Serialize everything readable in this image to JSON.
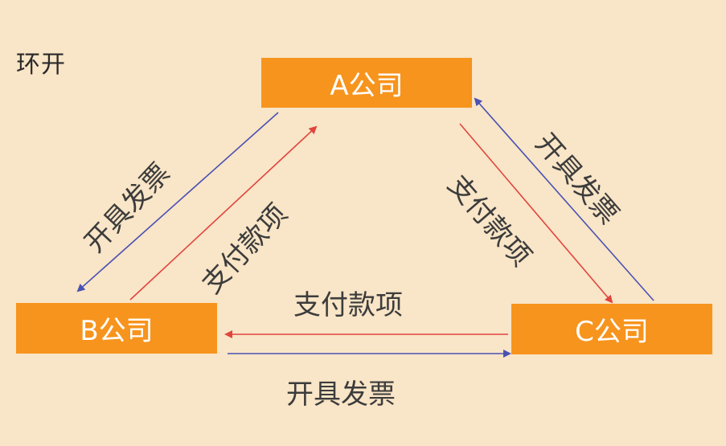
{
  "title": "环开",
  "nodes": {
    "a": "A公司",
    "b": "B公司",
    "c": "C公司"
  },
  "edges": {
    "a_to_b": "开具发票",
    "b_to_a": "支付款项",
    "a_to_c": "支付款项",
    "c_to_a": "开具发票",
    "c_to_b": "支付款项",
    "b_to_c": "开具发票"
  },
  "colors": {
    "background": "#F9E5C7",
    "box": "#F7941D",
    "payment_arrow": "#E0453E",
    "invoice_arrow": "#4A52B3"
  }
}
